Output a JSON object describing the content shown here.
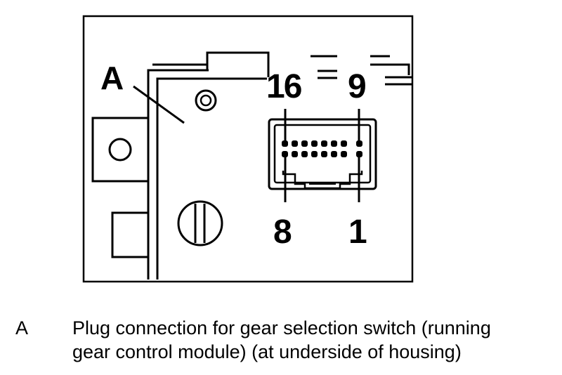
{
  "diagram": {
    "callouts": {
      "housing": "A",
      "pin_top_left": "16",
      "pin_top_right": "9",
      "pin_bottom_left": "8",
      "pin_bottom_right": "1"
    }
  },
  "legend": {
    "key": "A",
    "text_line1": "Plug connection for gear selection switch (running",
    "text_line2": "gear control module) (at underside of housing)"
  }
}
